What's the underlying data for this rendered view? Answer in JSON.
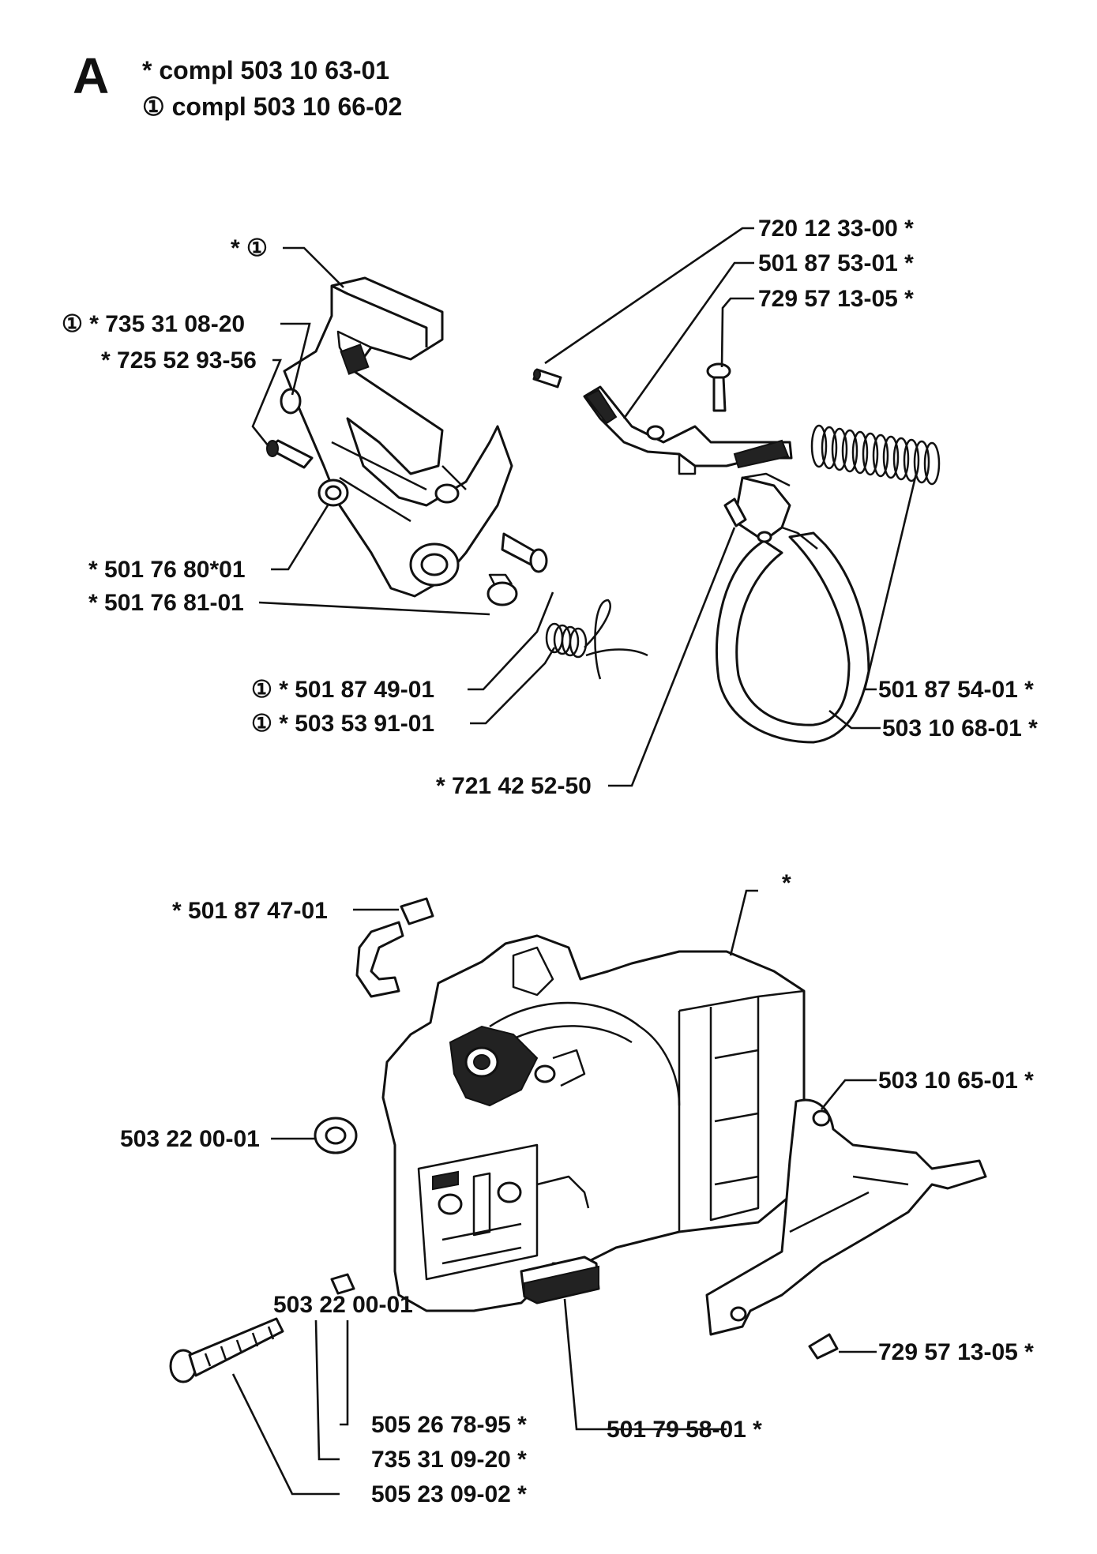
{
  "header": {
    "section_letter": "A",
    "line1": "*  compl 503 10 63-01",
    "line2": "① compl 503 10 66-02"
  },
  "labels": {
    "brake_handle": "*  ①",
    "washer_735_31_08_20": "①  *  735 31 08-20",
    "screw_725_52_93_56": "*  725 52 93-56",
    "bushing_501_76_80": "*  501 76 80*01",
    "screw_501_76_81": "*  501 76 81-01",
    "pin_501_87_49": "①  *  501 87 49-01",
    "spring_503_53_91": "①  *  503 53 91-01",
    "pin_721_42_52_50": "*  721 42 52-50",
    "pin_720_12_33_00": "720 12 33-00  *",
    "lever_501_87_53_01": "501 87 53-01  *",
    "screw_729_57_13_05_top": "729 57 13-05  *",
    "spring_501_87_54_01": "501 87 54-01  *",
    "band_503_10_68_01": "503 10 68-01  *",
    "plate_501_87_47_01": "*  501 87 47-01",
    "cover_star": "*",
    "nut_503_22_00_01_a": "503 22 00-01",
    "nut_503_22_00_01_b": "503 22 00-01",
    "guard_503_10_65_01": "503 10 65-01  *",
    "screw_729_57_13_05_bottom": "729 57 13-05  *",
    "pad_501_79_58_01": "501 79 58-01  *",
    "nut_505_26_78_95": "505 26 78-95  *",
    "washer_735_31_09_20": "735 31 09-20  *",
    "screw_505_23_09_02": "505 23 09-02  *"
  }
}
